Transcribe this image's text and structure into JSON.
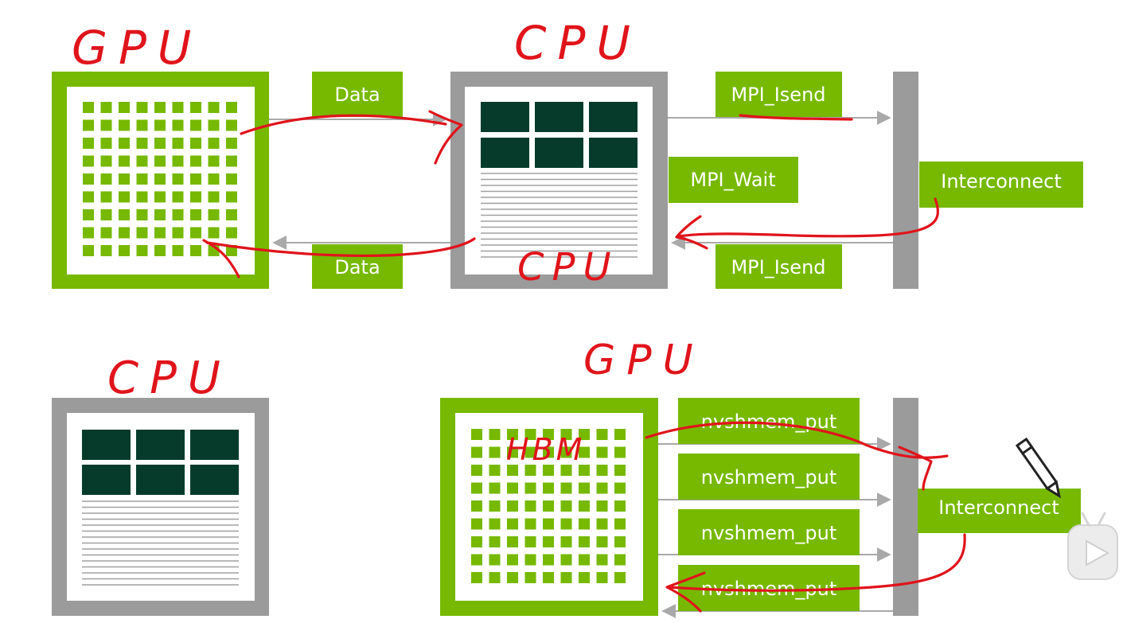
{
  "top_row": {
    "gpu_note": "GPU",
    "cpu_note": "CPU",
    "cpu_note_lower": "CPU",
    "data_to_cpu": "Data",
    "data_to_gpu": "Data",
    "mpi_isend_out": "MPI_Isend",
    "mpi_wait": "MPI_Wait",
    "mpi_isend_in": "MPI_Isend",
    "interconnect": "Interconnect"
  },
  "bottom_row": {
    "cpu_note": "CPU",
    "gpu_note": "GPU",
    "hbm_note": "HBM",
    "puts": [
      "nvshmem_put",
      "nvshmem_put",
      "nvshmem_put",
      "nvshmem_put"
    ],
    "interconnect": "Interconnect"
  },
  "colors": {
    "nvidia_green": "#76b900",
    "cpu_gray": "#9b9b9b",
    "cpu_core": "#063b2b",
    "annotation_red": "#e0141b",
    "arrow_gray": "#a9a9a9"
  },
  "icons": [
    "pencil-icon",
    "play-button-icon"
  ]
}
